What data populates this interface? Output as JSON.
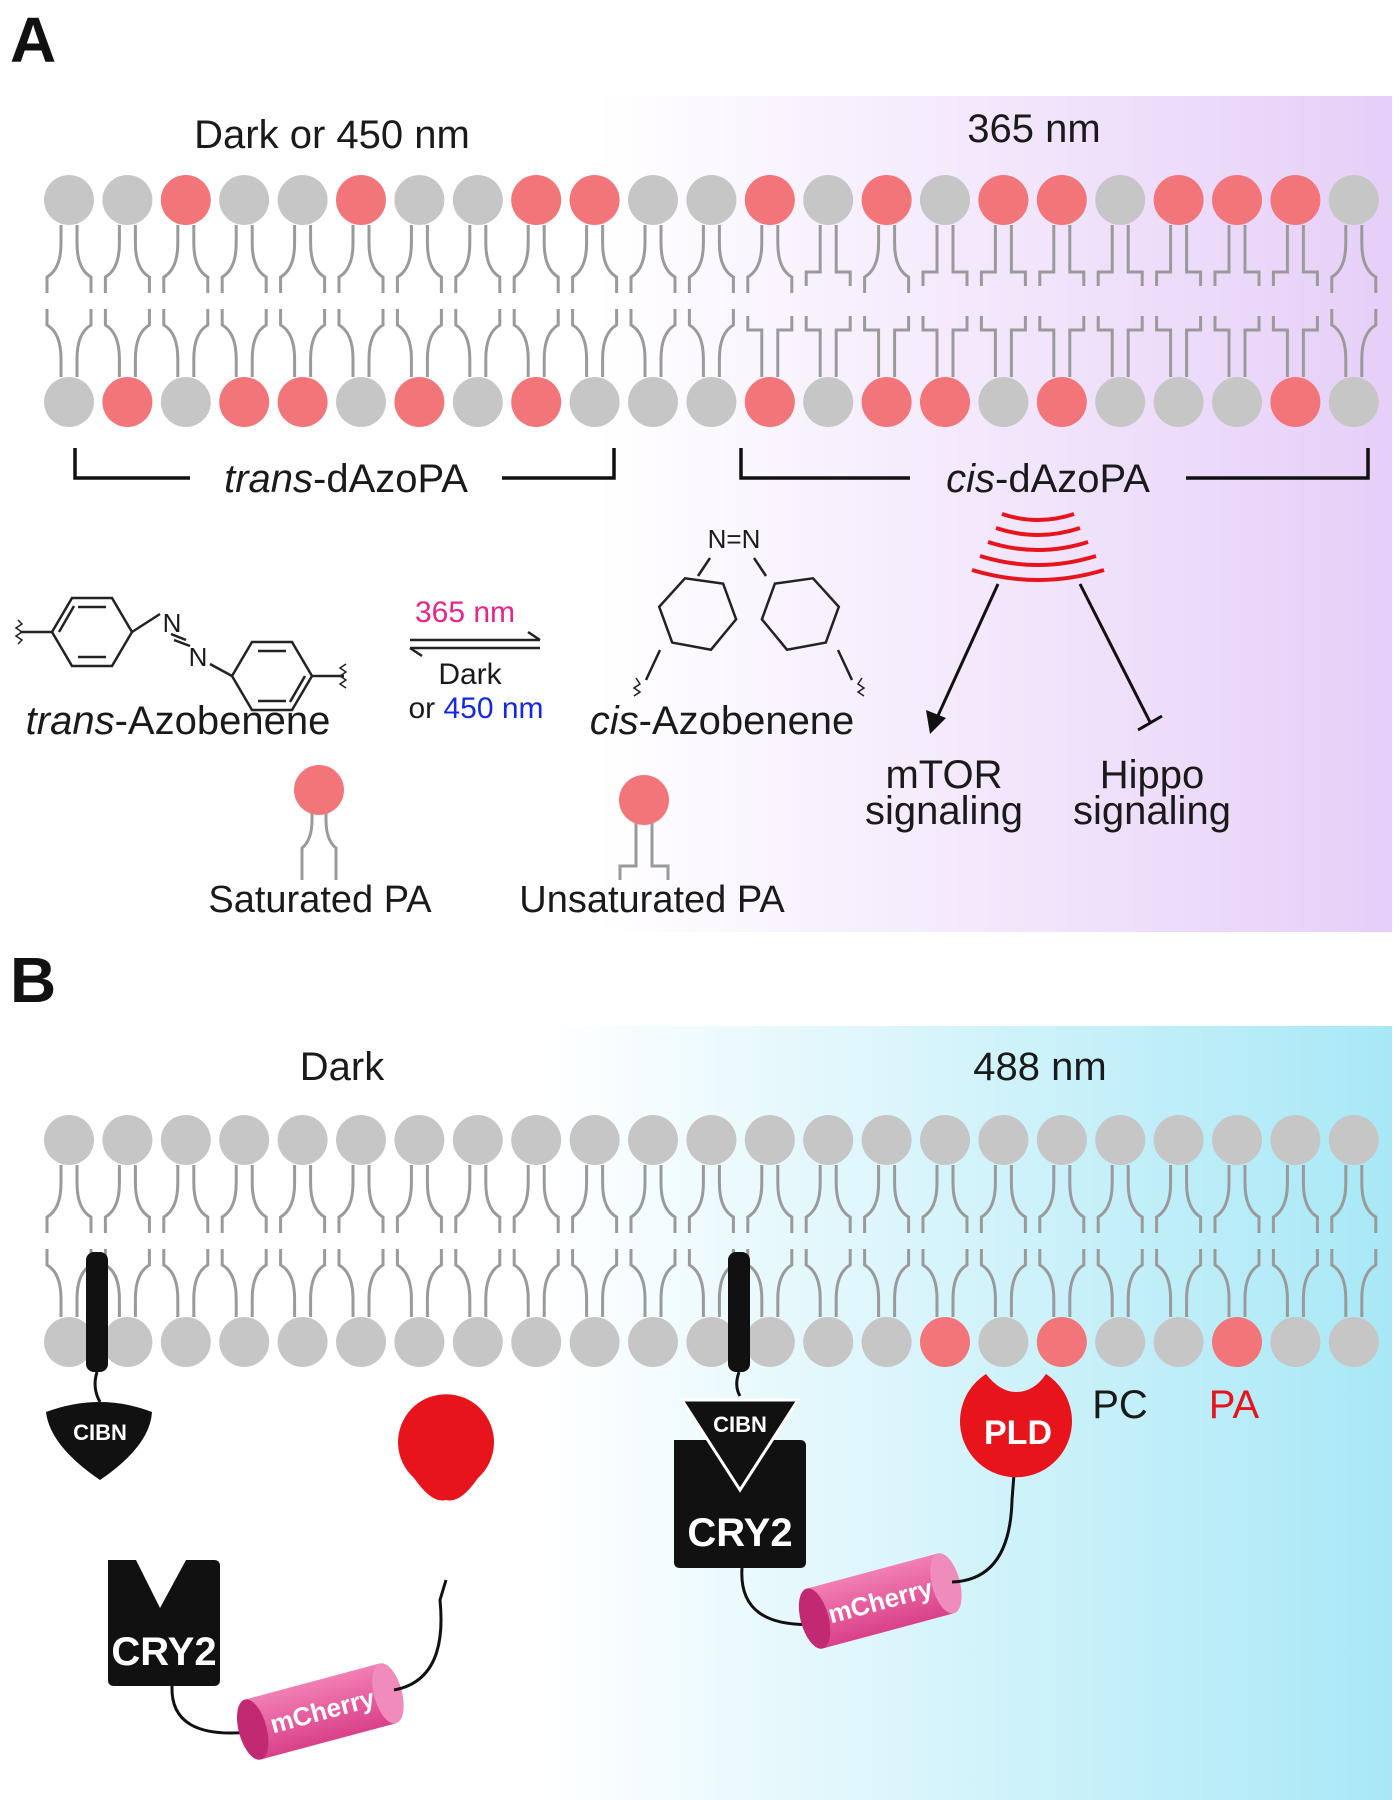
{
  "colors": {
    "gray_head": "#c6c6c6",
    "pa_head": "#f2757a",
    "tail": "#9a9a9a",
    "violet_bg": "#e6cff8",
    "cyan_bg": "#a8e8f6",
    "red": "#e8141b",
    "black": "#111111",
    "magenta": "#e8238c",
    "blue": "#1428e6",
    "mcherry": "#e8589c"
  },
  "panel_a": {
    "letter": "A",
    "left_condition": "Dark or 450 nm",
    "right_condition": "365 nm",
    "trans_group_italic": "trans",
    "trans_group_rest": "-dAzoPA",
    "cis_group_italic": "cis",
    "cis_group_rest": "-dAzoPA",
    "trans_mol_italic": "trans",
    "trans_mol_rest": "-Azobenene",
    "cis_mol_italic": "cis",
    "cis_mol_rest": "-Azobenene",
    "arrow_top": "365 nm",
    "arrow_bottom_line1": "Dark",
    "arrow_bottom_or": "or ",
    "arrow_bottom_nm": "450 nm",
    "azo_n": "N",
    "azo_eq": "N=N",
    "effect1_line1": "mTOR",
    "effect1_line2": "signaling",
    "effect2_line1": "Hippo",
    "effect2_line2": "signaling",
    "legend_saturated": "Saturated PA",
    "legend_unsaturated": "Unsaturated PA",
    "top_row_pa": [
      2,
      5,
      8,
      9,
      12,
      14,
      16,
      17,
      19,
      20,
      21
    ],
    "bottom_row_pa": [
      1,
      3,
      4,
      6,
      8,
      12,
      14,
      15,
      17,
      21
    ]
  },
  "panel_b": {
    "letter": "B",
    "left_condition": "Dark",
    "right_condition": "488 nm",
    "cibn": "CIBN",
    "cry2": "CRY2",
    "pld": "PLD",
    "mcherry": "mCherry",
    "pc": "PC",
    "pa": "PA",
    "bottom_row_pa": [
      15,
      17,
      20
    ]
  }
}
